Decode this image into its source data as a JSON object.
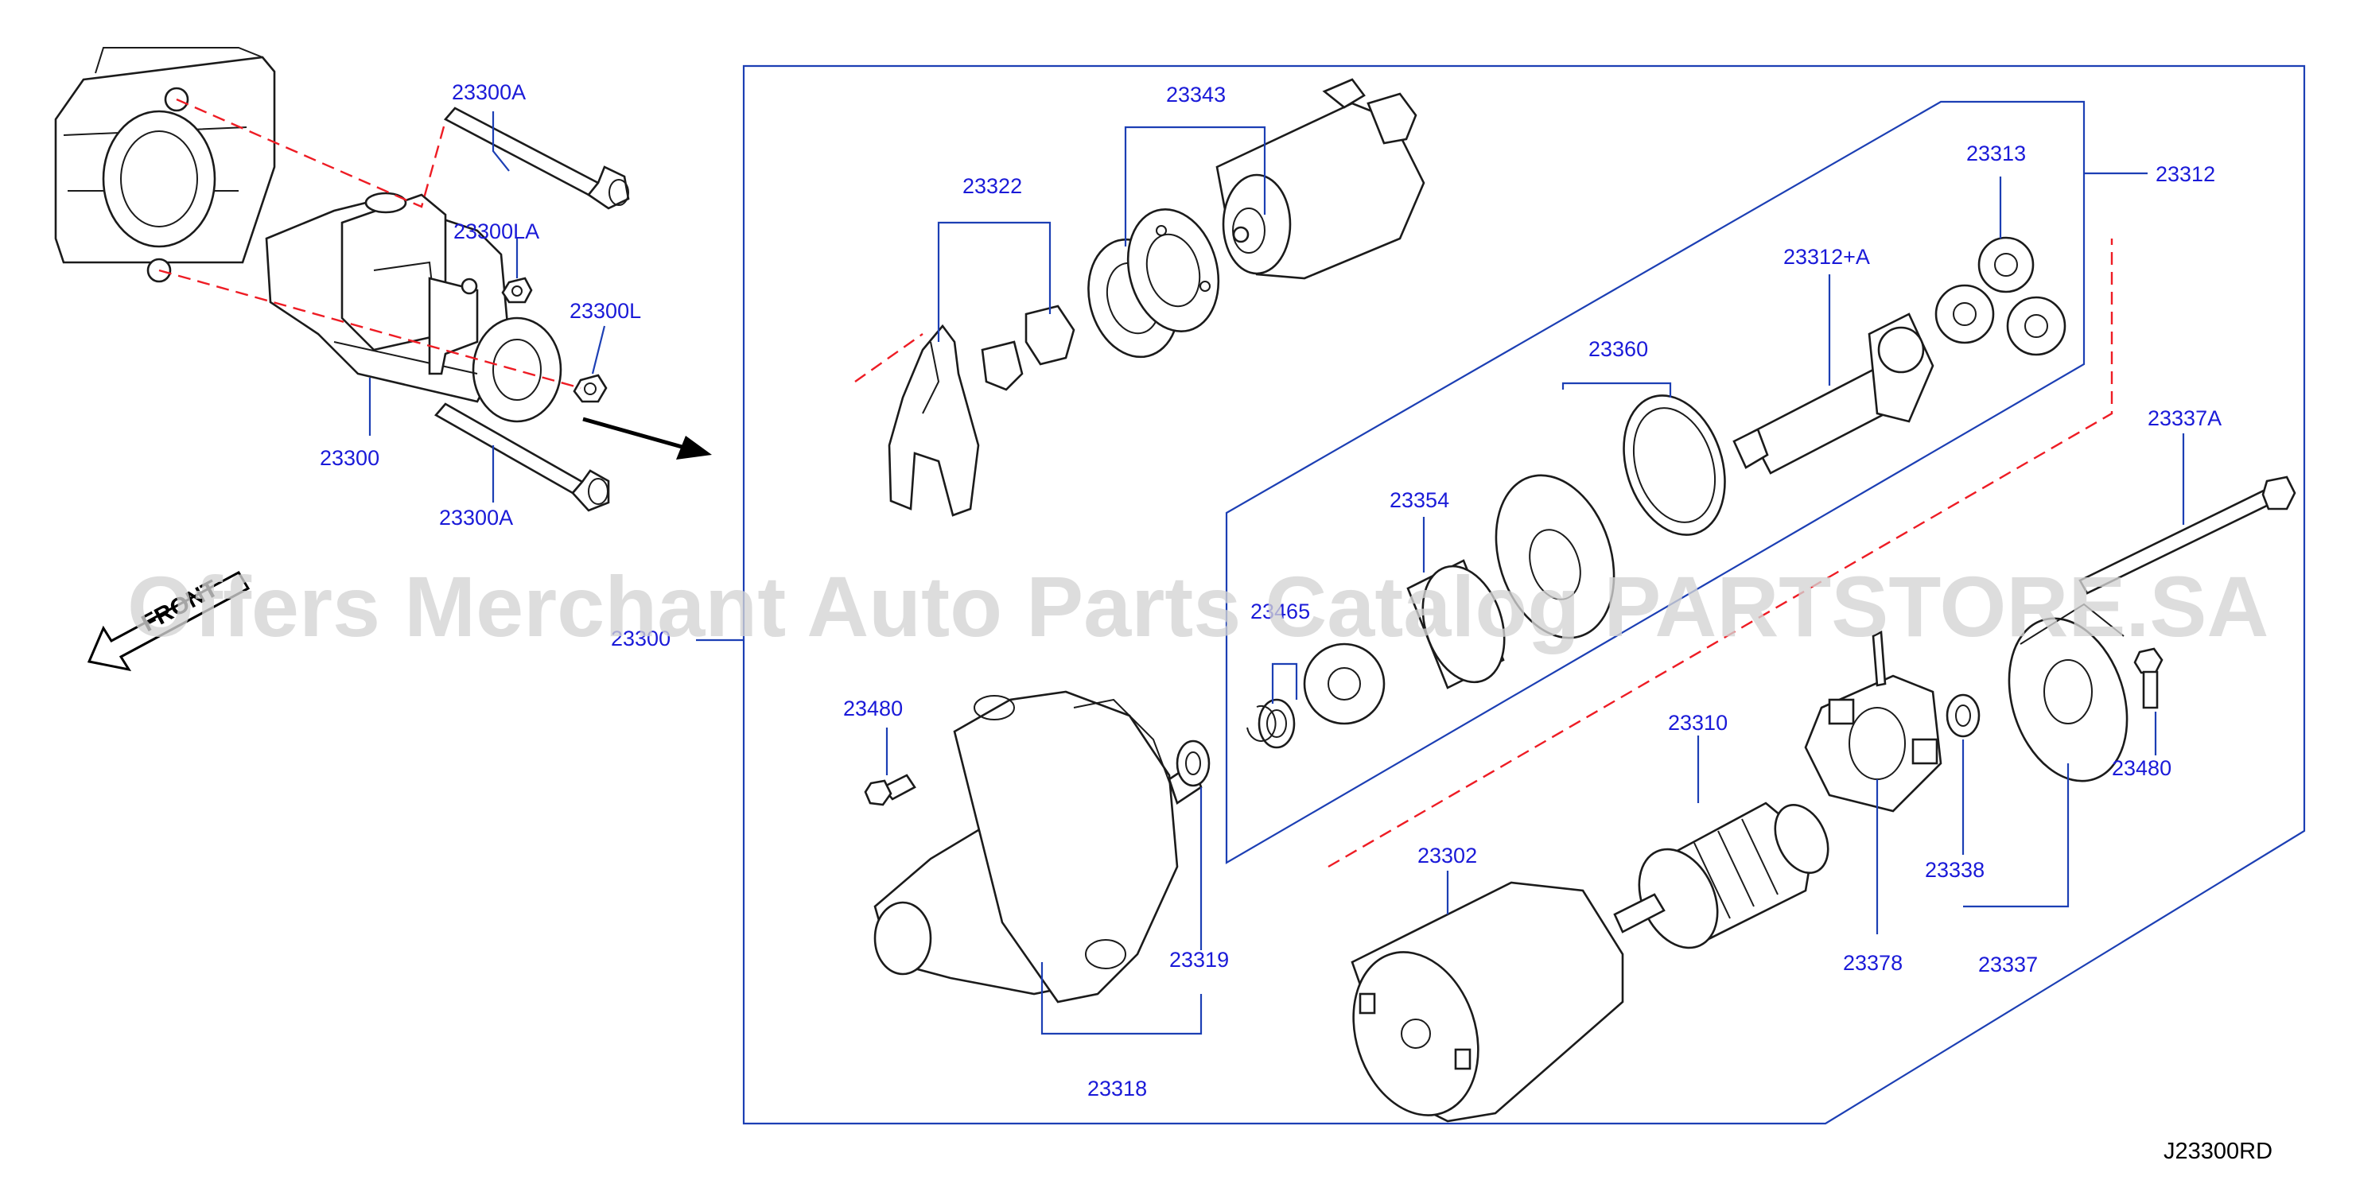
{
  "diagram": {
    "labels": {
      "p23300A_top": "23300A",
      "p23300LA": "23300LA",
      "p23300L": "23300L",
      "p23300_left": "23300",
      "p23300A_bottom": "23300A",
      "p23300_frame": "23300",
      "p23343": "23343",
      "p23322": "23322",
      "p23313": "23313",
      "p23312": "23312",
      "p23312A": "23312+A",
      "p23360": "23360",
      "p23354": "23354",
      "p23465": "23465",
      "p23337A": "23337A",
      "p23480_left": "23480",
      "p23480_right": "23480",
      "p23310": "23310",
      "p23302": "23302",
      "p23338": "23338",
      "p23378": "23378",
      "p23337": "23337",
      "p23319": "23319",
      "p23318": "23318"
    },
    "front_label": "FRONT",
    "watermark": "Offers Merchant Auto Parts Catalog PARTSTORE.SA",
    "drawing_code": "J23300RD"
  },
  "colors": {
    "label_blue": "#1a1ad8",
    "leader_line": "#1c3fb4",
    "dashed_red": "#ee1c24",
    "outline": "#1b1b1b"
  }
}
